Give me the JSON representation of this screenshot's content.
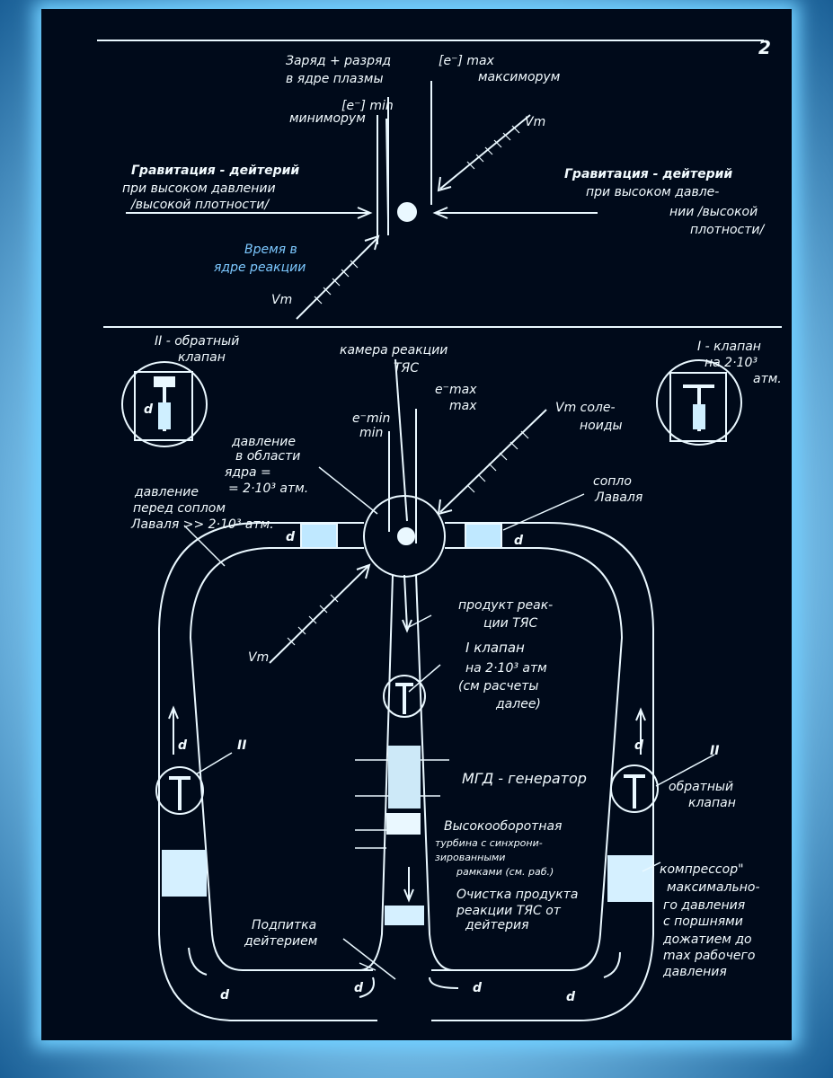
{
  "page_number": "2",
  "colors": {
    "panel": "#000a1a",
    "ink": "#f2fbff",
    "glow": "#6fcfff"
  },
  "top": {
    "charge_line1": "Заряд + разряд",
    "charge_line2": "в ядре плазмы",
    "emax": "[e⁻] max",
    "maximorum": "максиморум",
    "emin": "[e⁻] min",
    "minimorum": "миниморум",
    "vm_upper": "Vm",
    "left_line1": "Гравитация - дейтерий",
    "left_line2": "при высоком давлении",
    "left_line3": "/высокой плотности/",
    "right_line1": "Гравитация - дейтерий",
    "right_line2": "при высоком давле-",
    "right_line3": "нии /высокой",
    "right_line4": "плотности/",
    "time_line1": "Время в",
    "time_line2": "ядре реакции",
    "vm_lower": "Vm"
  },
  "bottom": {
    "valve2_line1": "II - обратный",
    "valve2_line2": "клапан",
    "valve1_line1": "I - клапан",
    "valve1_line2": "на 2·10³",
    "valve1_line3": "атм.",
    "chamber_line1": "камера реакции",
    "chamber_line2": "ТЯС",
    "emax_label": "e⁻max",
    "emax_sub": "max",
    "emin_label": "e⁻min",
    "emin_sub": "min",
    "vm_solenoid": "Vm  соле-",
    "solenoid_end": "ноиды",
    "core_pressure1": "давление",
    "core_pressure2": "в области",
    "core_pressure3": "ядра =",
    "core_pressure4": "= 2·10³ атм.",
    "nozzle_pressure1": "давление",
    "nozzle_pressure2": "перед соплом",
    "nozzle_pressure3": "Лаваля >> 2·10³ атм.",
    "laval1": "сопло",
    "laval2": "Лаваля",
    "product1": "продукт реак-",
    "product2": "ции ТЯС",
    "valve_center1": "I клапан",
    "valve_center2": "на 2·10³ атм",
    "valve_center3": "(см расчеты",
    "valve_center4": "далее)",
    "vm_left": "Vm",
    "mhd": "МГД - генератор",
    "turbine1": "Высокооборотная",
    "turbine2": "турбина с синхрони-",
    "turbine3": "зированными",
    "turbine4": "рамками (см. раб.)",
    "clean1": "Очистка продукта",
    "clean2": "реакции ТЯС от",
    "clean3": "дейтерия",
    "feed1": "Подпитка",
    "feed2": "дейтерием",
    "compressor1": "компрессор\"",
    "compressor2": "максимально-",
    "compressor3": "го давления",
    "compressor4": "с поршнями",
    "compressor5": "дожатием до",
    "compressor6": "max рабочего",
    "compressor7": "давления",
    "check_valve1": "обратный",
    "check_valve2": "клапан",
    "roman_two": "II",
    "d": "d"
  }
}
